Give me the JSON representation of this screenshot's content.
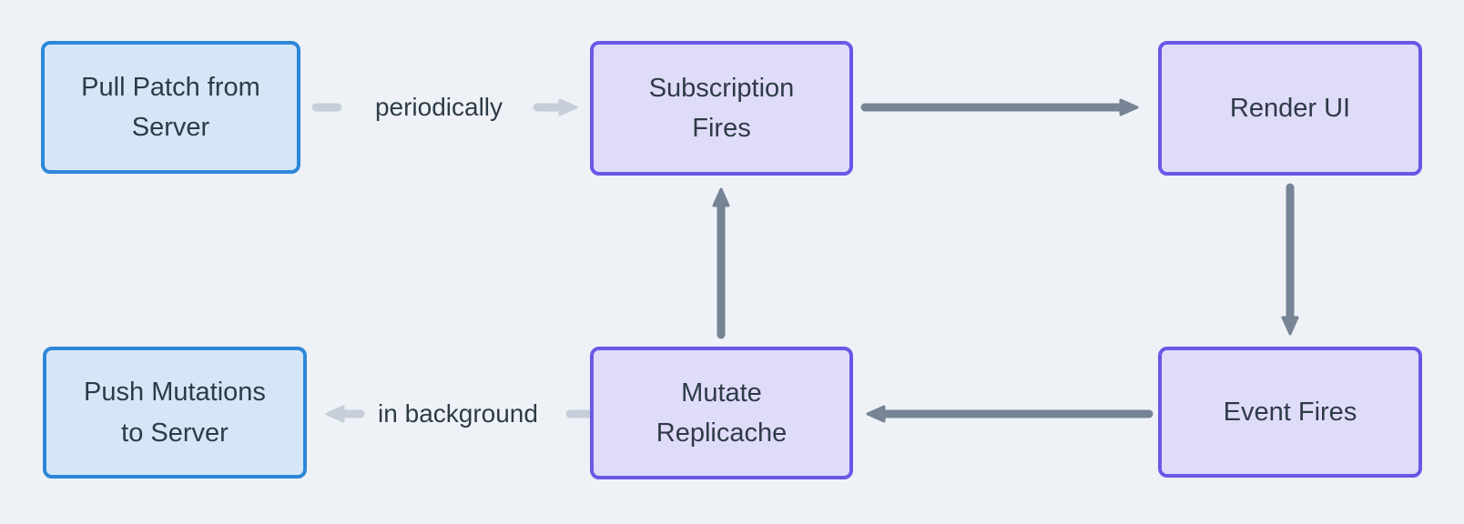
{
  "colors": {
    "background": "#eef2f6",
    "blue_node_fill": "#d5e6f7",
    "blue_node_border": "#2d87d9",
    "purple_node_fill": "#dfdcfa",
    "purple_node_border": "#6b57e5",
    "node_text": "#2e3b47",
    "dark_arrow": "#768495",
    "light_arrow": "#c6cfd9"
  },
  "nodes": {
    "pull_patch": {
      "label": "Pull Patch from\nServer",
      "kind": "blue"
    },
    "subscription_fires": {
      "label": "Subscription\nFires",
      "kind": "purple"
    },
    "render_ui": {
      "label": "Render UI",
      "kind": "purple"
    },
    "push_mutations": {
      "label": "Push Mutations\nto Server",
      "kind": "blue"
    },
    "mutate_replicache": {
      "label": "Mutate\nReplicache",
      "kind": "purple"
    },
    "event_fires": {
      "label": "Event Fires",
      "kind": "purple"
    }
  },
  "edges": [
    {
      "from": "Pull Patch from Server",
      "to": "Subscription Fires",
      "label": "periodically",
      "style": "light"
    },
    {
      "from": "Subscription Fires",
      "to": "Render UI",
      "label": "",
      "style": "dark"
    },
    {
      "from": "Render UI",
      "to": "Event Fires",
      "label": "",
      "style": "dark"
    },
    {
      "from": "Event Fires",
      "to": "Mutate Replicache",
      "label": "",
      "style": "dark"
    },
    {
      "from": "Mutate Replicache",
      "to": "Subscription Fires",
      "label": "",
      "style": "dark"
    },
    {
      "from": "Mutate Replicache",
      "to": "Push Mutations to Server",
      "label": "in background",
      "style": "light"
    }
  ]
}
